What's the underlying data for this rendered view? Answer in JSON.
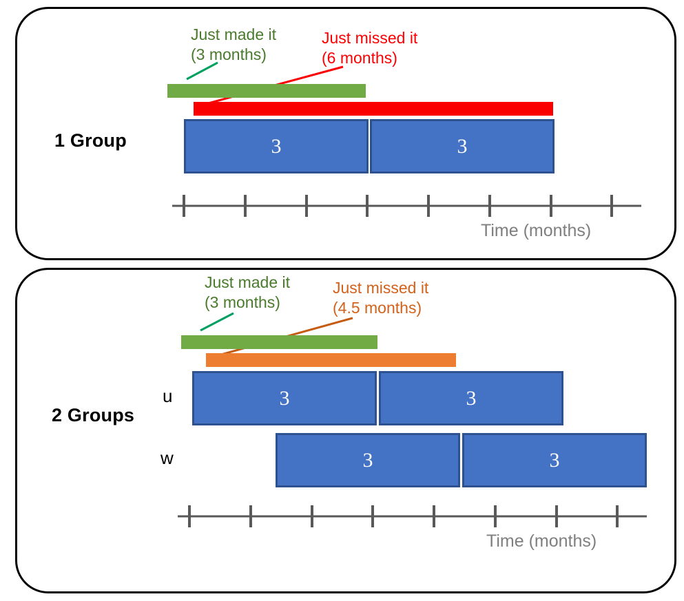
{
  "figure": {
    "panels": [
      {
        "id": "one-group",
        "title": "1 Group",
        "annotations": [
          {
            "id": "just-made-it",
            "line1": "Just made it",
            "line2": "(3 months)",
            "color": "#4a7a2b"
          },
          {
            "id": "just-missed-it",
            "line1": "Just missed it",
            "line2": "(6 months)",
            "color": "#fb0104"
          }
        ],
        "deadline_bars": [
          {
            "id": "made-it-bar",
            "label": "Just made it",
            "months": 3,
            "color": "#70ab46"
          },
          {
            "id": "missed-it-bar",
            "label": "Just missed it",
            "months": 6,
            "color": "#fb0000"
          }
        ],
        "rows": [
          {
            "id": "single-row",
            "label": "",
            "tasks": [
              {
                "value": "3",
                "start_months": 0,
                "duration_months": 3
              },
              {
                "value": "3",
                "start_months": 3,
                "duration_months": 3
              }
            ]
          }
        ],
        "axis": {
          "label": "Time (months)",
          "ticks": 8,
          "tick_values": [
            0,
            1,
            2,
            3,
            4,
            5,
            6,
            7
          ]
        }
      },
      {
        "id": "two-groups",
        "title": "2 Groups",
        "annotations": [
          {
            "id": "just-made-it",
            "line1": "Just made it",
            "line2": "(3 months)",
            "color": "#4a7a2b"
          },
          {
            "id": "just-missed-it",
            "line1": "Just missed it",
            "line2": "(4.5 months)",
            "color": "#d2621b"
          }
        ],
        "deadline_bars": [
          {
            "id": "made-it-bar",
            "label": "Just made it",
            "months": 3,
            "color": "#70ab46"
          },
          {
            "id": "missed-it-bar",
            "label": "Just missed it",
            "months": 4.5,
            "color": "#ed7d31"
          }
        ],
        "rows": [
          {
            "id": "row-u",
            "label": "u",
            "tasks": [
              {
                "value": "3",
                "start_months": 0,
                "duration_months": 3
              },
              {
                "value": "3",
                "start_months": 3,
                "duration_months": 3
              }
            ]
          },
          {
            "id": "row-w",
            "label": "w",
            "tasks": [
              {
                "value": "3",
                "start_months": 1.5,
                "duration_months": 3
              },
              {
                "value": "3",
                "start_months": 4.5,
                "duration_months": 3
              }
            ]
          }
        ],
        "axis": {
          "label": "Time (months)",
          "ticks": 8,
          "tick_values": [
            0,
            1,
            2,
            3,
            4,
            5,
            6,
            7
          ]
        }
      }
    ]
  },
  "chart_data": {
    "type": "bar",
    "title": "",
    "xlabel": "Time (months)",
    "ylabel": "",
    "grid": false,
    "legend": "none",
    "xlim": [
      0,
      7
    ],
    "panels": [
      {
        "name": "1 Group",
        "categories": [
          "task-1",
          "task-2"
        ],
        "series": [
          {
            "name": "schedule",
            "starts": [
              0,
              3
            ],
            "durations": [
              3,
              3
            ],
            "labels": [
              "3",
              "3"
            ]
          }
        ],
        "markers": [
          {
            "name": "Just made it",
            "value": 3,
            "color": "#70ab46"
          },
          {
            "name": "Just missed it",
            "value": 6,
            "color": "#fb0000"
          }
        ]
      },
      {
        "name": "2 Groups",
        "categories": [
          "u",
          "w"
        ],
        "series": [
          {
            "name": "u",
            "starts": [
              0,
              3
            ],
            "durations": [
              3,
              3
            ],
            "labels": [
              "3",
              "3"
            ]
          },
          {
            "name": "w",
            "starts": [
              1.5,
              4.5
            ],
            "durations": [
              3,
              3
            ],
            "labels": [
              "3",
              "3"
            ]
          }
        ],
        "markers": [
          {
            "name": "Just made it",
            "value": 3,
            "color": "#70ab46"
          },
          {
            "name": "Just missed it",
            "value": 4.5,
            "color": "#ed7d31"
          }
        ]
      }
    ]
  }
}
